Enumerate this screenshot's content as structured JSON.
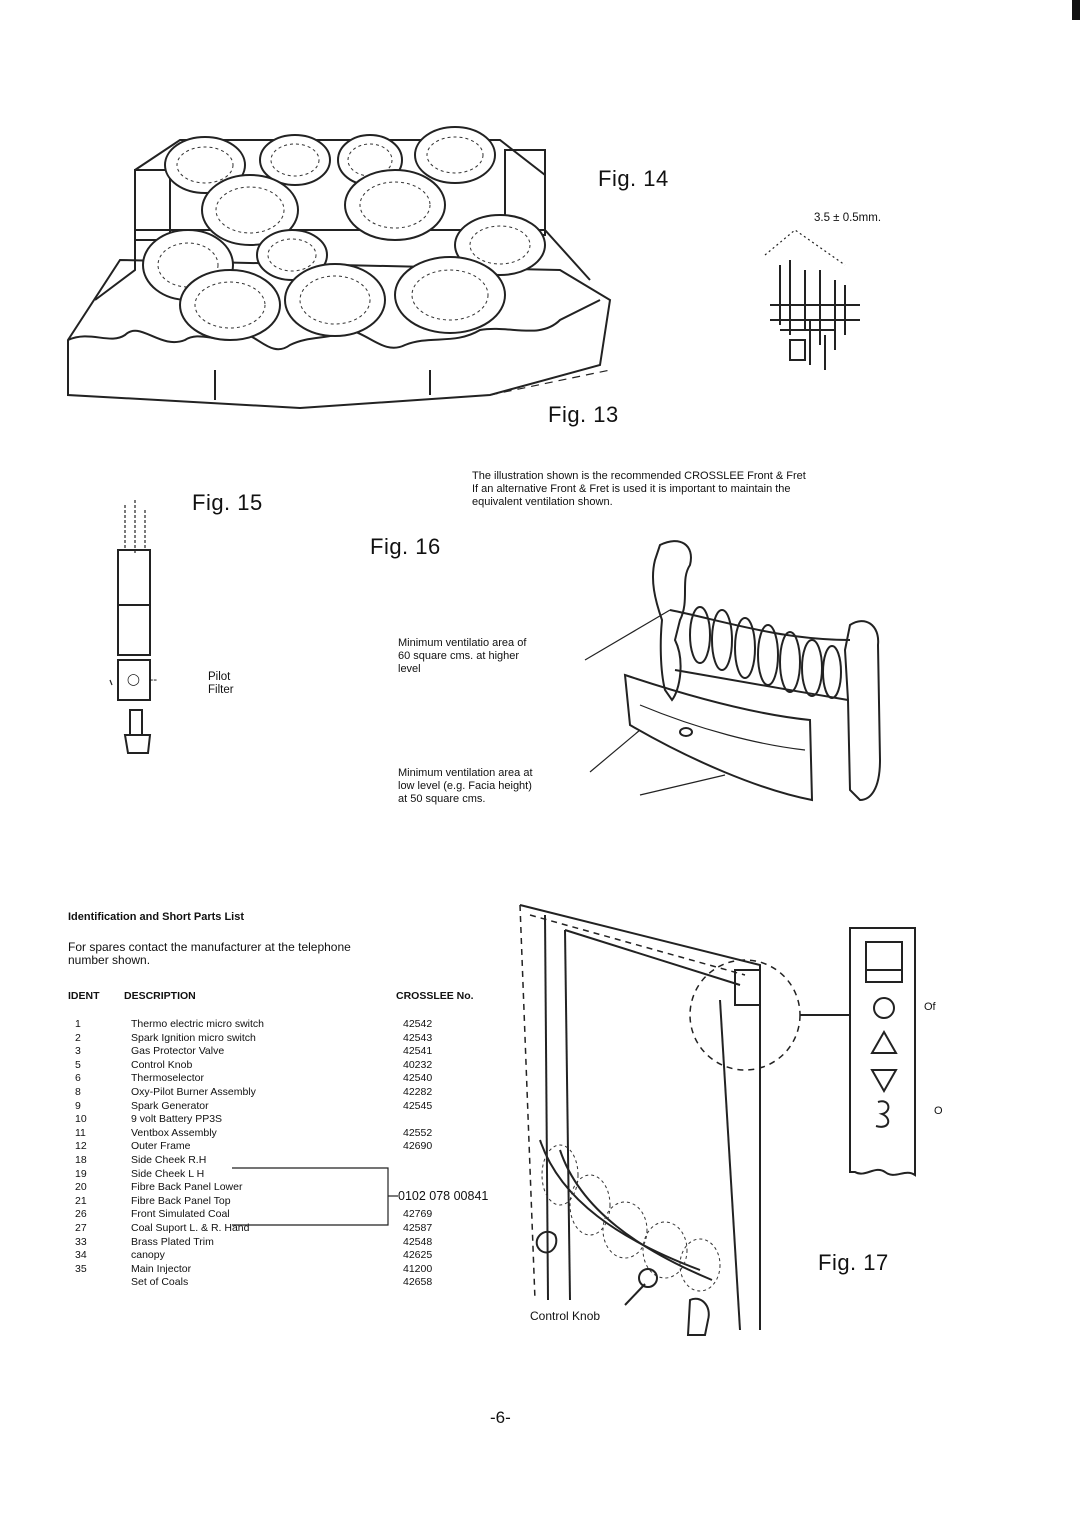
{
  "figures": {
    "fig13": "Fig. 13",
    "fig14": "Fig. 14",
    "fig15": "Fig. 15",
    "fig16": "Fig. 16",
    "fig17": "Fig. 17"
  },
  "fig14_dimension": "3.5 ± 0.5mm.",
  "intro_note": {
    "line1": "The illustration shown is the recommended CROSSLEE Front & Fret",
    "line2": "If an alternative Front & Fret is used it is important to maintain the",
    "line3": "equivalent ventilation shown."
  },
  "fig15_labels": {
    "pilot": "Pilot",
    "filter": "Filter"
  },
  "fig16_labels": {
    "high_line1": "Minimum ventilatio area of",
    "high_line2": "60 square cms. at higher",
    "high_line3": "level",
    "low_line1": "Minimum ventilation area at",
    "low_line2": "low level (e.g. Facia height)",
    "low_line3": "at 50 square cms."
  },
  "fig17_labels": {
    "control_knob": "Control Knob",
    "off": "Of",
    "on": "O"
  },
  "parts_list": {
    "title": "Identification and Short Parts List",
    "intro_line1": "For spares contact the manufacturer at the telephone",
    "intro_line2": "number shown.",
    "headers": {
      "ident": "IDENT",
      "description": "DESCRIPTION",
      "crosslee_no": "CROSSLEE No."
    },
    "items": [
      {
        "ident": "1",
        "desc": "Thermo electric micro switch",
        "no": "42542"
      },
      {
        "ident": "2",
        "desc": "Spark Ignition micro switch",
        "no": "42543"
      },
      {
        "ident": "3",
        "desc": "Gas Protector Valve",
        "no": "42541"
      },
      {
        "ident": "5",
        "desc": "Control Knob",
        "no": "40232"
      },
      {
        "ident": "6",
        "desc": "Thermoselector",
        "no": "42540"
      },
      {
        "ident": "8",
        "desc": "Oxy-Pilot Burner Assembly",
        "no": "42282"
      },
      {
        "ident": "9",
        "desc": "Spark Generator",
        "no": "42545"
      },
      {
        "ident": "10",
        "desc": "9 volt Battery PP3S",
        "no": ""
      },
      {
        "ident": "11",
        "desc": "Ventbox Assembly",
        "no": "42552"
      },
      {
        "ident": "12",
        "desc": "Outer Frame",
        "no": "42690"
      },
      {
        "ident": "18",
        "desc": "Side Cheek R.H",
        "no": ""
      },
      {
        "ident": "19",
        "desc": "Side Cheek L H",
        "no": ""
      },
      {
        "ident": "20",
        "desc": "Fibre Back Panel Lower",
        "no": ""
      },
      {
        "ident": "21",
        "desc": "Fibre Back Panel Top",
        "no": ""
      },
      {
        "ident": "26",
        "desc": "Front Simulated Coal",
        "no": "42769"
      },
      {
        "ident": "27",
        "desc": "Coal Suport L. & R. Hand",
        "no": "42587"
      },
      {
        "ident": "33",
        "desc": "Brass Plated Trim",
        "no": "42548"
      },
      {
        "ident": "34",
        "desc": "canopy",
        "no": "42625"
      },
      {
        "ident": "35",
        "desc": "Main Injector",
        "no": "41200"
      },
      {
        "ident": "",
        "desc": "Set of Coals",
        "no": "42658"
      }
    ],
    "group_number": "0102 078 00841"
  },
  "page_number": "-6-"
}
